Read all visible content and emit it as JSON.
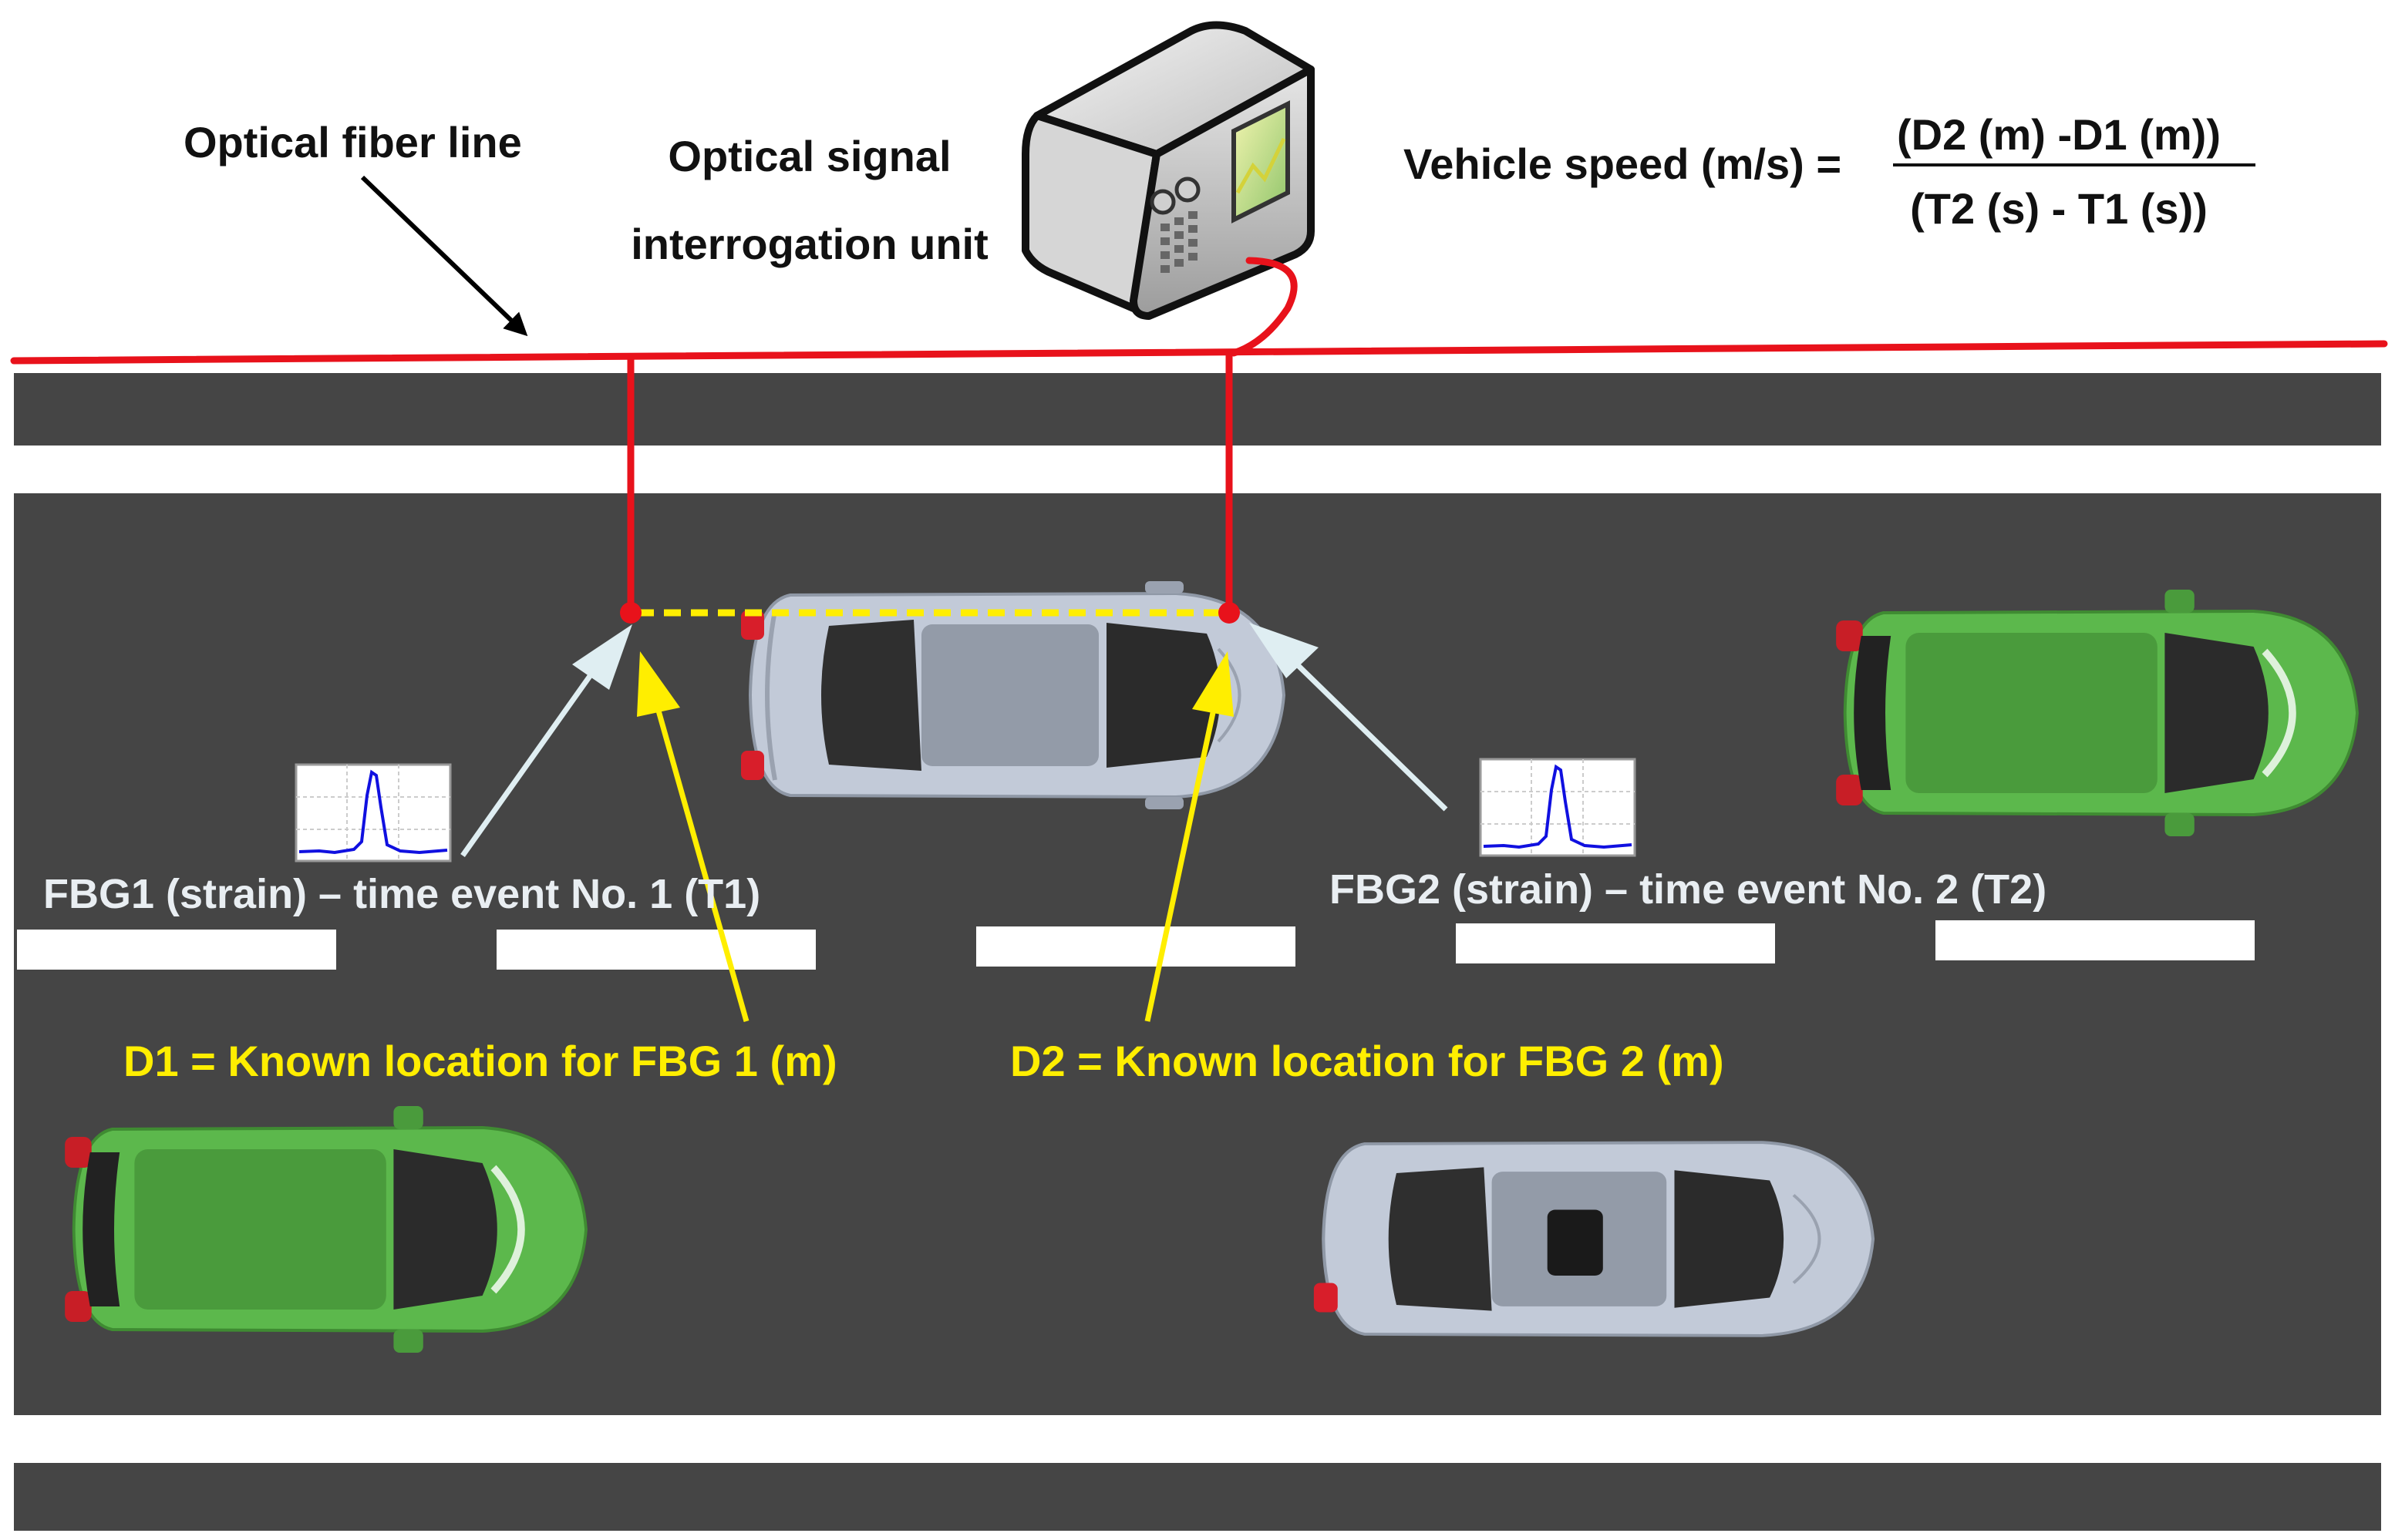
{
  "labels": {
    "fiber_line": "Optical fiber line",
    "interrogation_unit_line1": "Optical signal",
    "interrogation_unit_line2": "interrogation unit",
    "speed_lhs": "Vehicle speed (m/s) =",
    "speed_numerator": "(D2 (m) -D1 (m))",
    "speed_denominator": "(T2 (s) - T1 (s))",
    "fbg1": "FBG1 (strain) – time event No. 1 (T1)",
    "fbg2": "FBG2 (strain) – time event No. 2 (T2)",
    "d1": "D1 = Known location for FBG 1 (m)",
    "d2": "D2 = Known location for FBG 2 (m)"
  },
  "colors": {
    "road": "#454545",
    "lane_marking": "#ffffff",
    "fiber": "#e8121b",
    "yellow": "#ffee00",
    "pointer": "#dfeef2",
    "car_green": "#5cb84c",
    "car_green_dark": "#4a9b3c",
    "car_silver": "#bfc8d6",
    "car_roof": "#939ba8",
    "spectrum": "#1010e0"
  },
  "icons": {
    "interrogator": "interrogator-device-icon",
    "spectrum": "spectrum-plot-icon",
    "car": "car-icon"
  }
}
